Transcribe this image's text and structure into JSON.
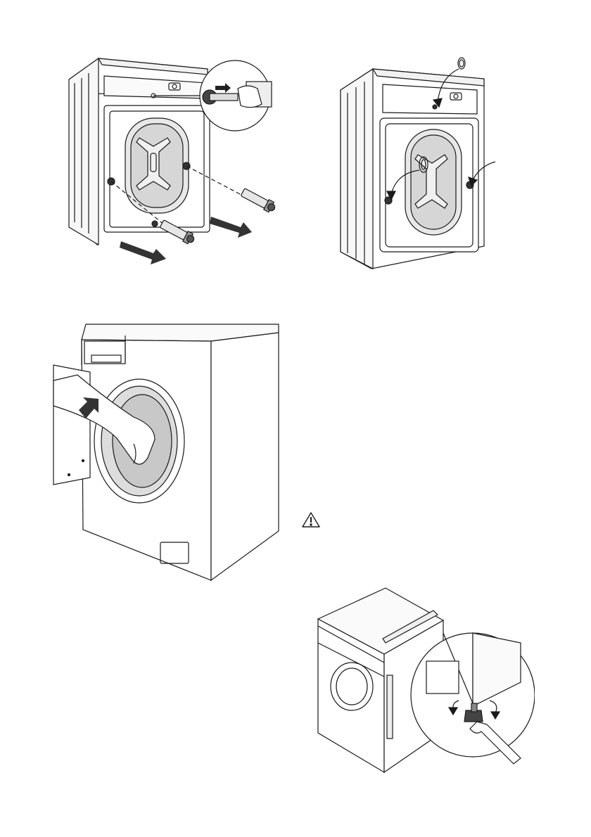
{
  "page": {
    "figures": [
      {
        "id": "rear-bolts"
      },
      {
        "id": "rear-caps"
      },
      {
        "id": "hand-in-drum"
      },
      {
        "id": "level-adjust"
      }
    ],
    "warning_icon": "warning-triangle-icon"
  }
}
